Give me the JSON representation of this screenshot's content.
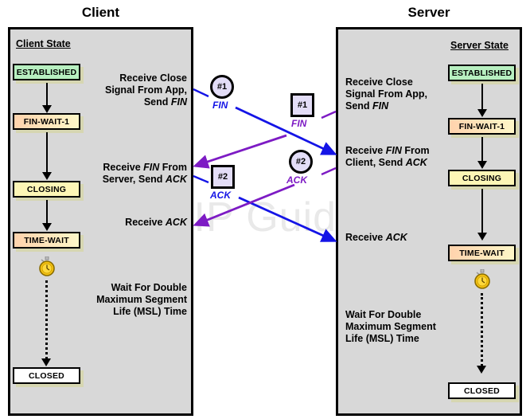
{
  "diagram": {
    "watermark": "The TCP/IP Guide",
    "titles": {
      "client": "Client",
      "server": "Server"
    },
    "state_headings": {
      "client": "Client State",
      "server": "Server State"
    }
  },
  "colors": {
    "panel_fill": "#d8d8d8",
    "panel_border": "#000000",
    "established": "#b7efc0",
    "fin_wait_1": "#ffd3ad",
    "closing": "#fdf6b6",
    "time_wait": "#ffd3ad",
    "closed": "#ffffff",
    "marker_fill": "#e3ddf7",
    "client_arrow": "#1414e6",
    "server_arrow": "#7d1bc4",
    "watermark": "#e9e9e9"
  },
  "client": {
    "states": [
      {
        "label": "ESTABLISHED",
        "style": "established"
      },
      {
        "label": "FIN-WAIT-1",
        "style": "fin_wait_1"
      },
      {
        "label": "CLOSING",
        "style": "closing"
      },
      {
        "label": "TIME-WAIT",
        "style": "time_wait"
      },
      {
        "label": "CLOSED",
        "style": "closed"
      }
    ],
    "notes": [
      {
        "lines": [
          "Receive Close",
          "Signal From App,",
          "Send FIN"
        ],
        "italic_words": [
          "FIN"
        ]
      },
      {
        "lines": [
          "Receive FIN From",
          "Server, Send ACK"
        ],
        "italic_words": [
          "FIN",
          "ACK"
        ]
      },
      {
        "lines": [
          "Receive ACK"
        ],
        "italic_words": [
          "ACK"
        ]
      },
      {
        "lines": [
          "Wait For Double",
          "Maximum Segment",
          "Life (MSL) Time"
        ],
        "italic_words": []
      }
    ],
    "timer_icon": "stopwatch-icon"
  },
  "server": {
    "states": [
      {
        "label": "ESTABLISHED",
        "style": "established"
      },
      {
        "label": "FIN-WAIT-1",
        "style": "fin_wait_1"
      },
      {
        "label": "CLOSING",
        "style": "closing"
      },
      {
        "label": "TIME-WAIT",
        "style": "time_wait"
      },
      {
        "label": "CLOSED",
        "style": "closed"
      }
    ],
    "notes": [
      {
        "lines": [
          "Receive Close",
          "Signal From App,",
          "Send FIN"
        ],
        "italic_words": [
          "FIN"
        ]
      },
      {
        "lines": [
          "Receive FIN From",
          "Client, Send ACK"
        ],
        "italic_words": [
          "FIN",
          "ACK"
        ]
      },
      {
        "lines": [
          "Receive ACK"
        ],
        "italic_words": [
          "ACK"
        ]
      },
      {
        "lines": [
          "Wait For Double",
          "Maximum Segment",
          "Life (MSL) Time"
        ],
        "italic_words": []
      }
    ],
    "timer_icon": "stopwatch-icon"
  },
  "messages": [
    {
      "id": "client-fin",
      "marker": "#1",
      "label": "FIN",
      "shape": "circle",
      "color": "#1414e6",
      "side": "client"
    },
    {
      "id": "client-ack",
      "marker": "#2",
      "label": "ACK",
      "shape": "square",
      "color": "#1414e6",
      "side": "client"
    },
    {
      "id": "server-fin",
      "marker": "#1",
      "label": "FIN",
      "shape": "square",
      "color": "#7d1bc4",
      "side": "server"
    },
    {
      "id": "server-ack",
      "marker": "#2",
      "label": "ACK",
      "shape": "circle",
      "color": "#7d1bc4",
      "side": "server"
    }
  ]
}
